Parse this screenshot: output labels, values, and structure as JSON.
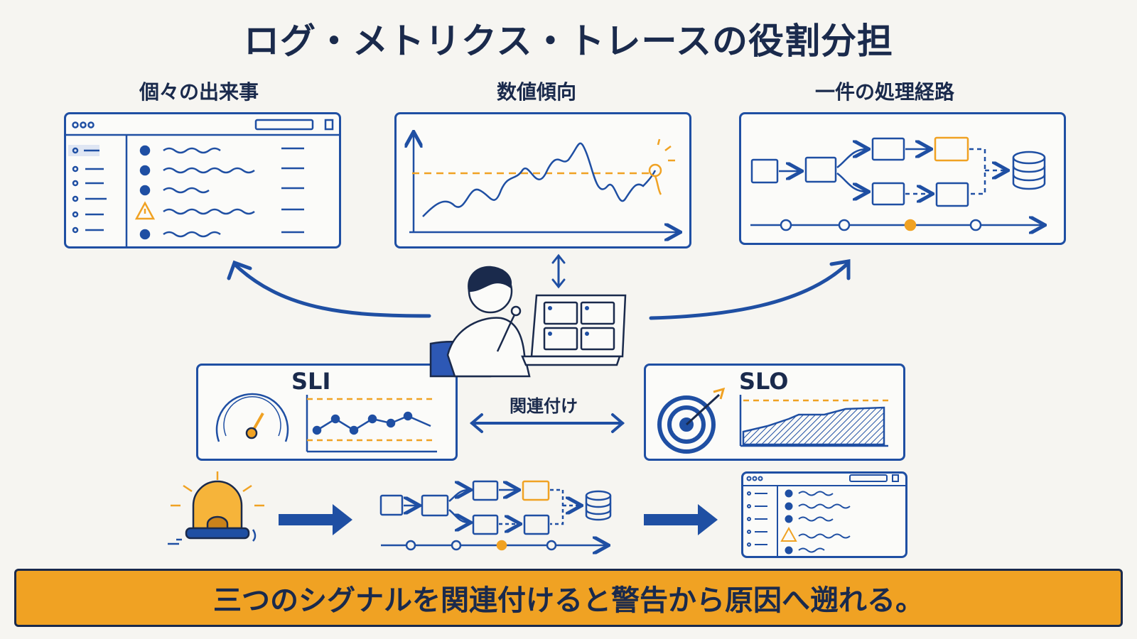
{
  "title": "ログ・メトリクス・トレースの役割分担",
  "panels": {
    "logs": {
      "label": "個々の出来事"
    },
    "metrics": {
      "label": "数値傾向"
    },
    "traces": {
      "label": "一件の処理経路"
    }
  },
  "sli": {
    "title": "SLI"
  },
  "slo": {
    "title": "SLO"
  },
  "association": {
    "label": "関連付け"
  },
  "banner": {
    "text": "三つのシグナルを関連付けると警告から原因へ遡れる。"
  },
  "colors": {
    "ink": "#1a2a4c",
    "blue": "#1f4fa3",
    "orange": "#f0a223",
    "background": "#f6f5f1"
  },
  "icons": [
    "browser-dots-icon",
    "warning-icon",
    "database-icon",
    "gauge-icon",
    "target-icon",
    "alarm-siren-icon",
    "arrow-right-icon",
    "person-with-laptop-icon"
  ]
}
